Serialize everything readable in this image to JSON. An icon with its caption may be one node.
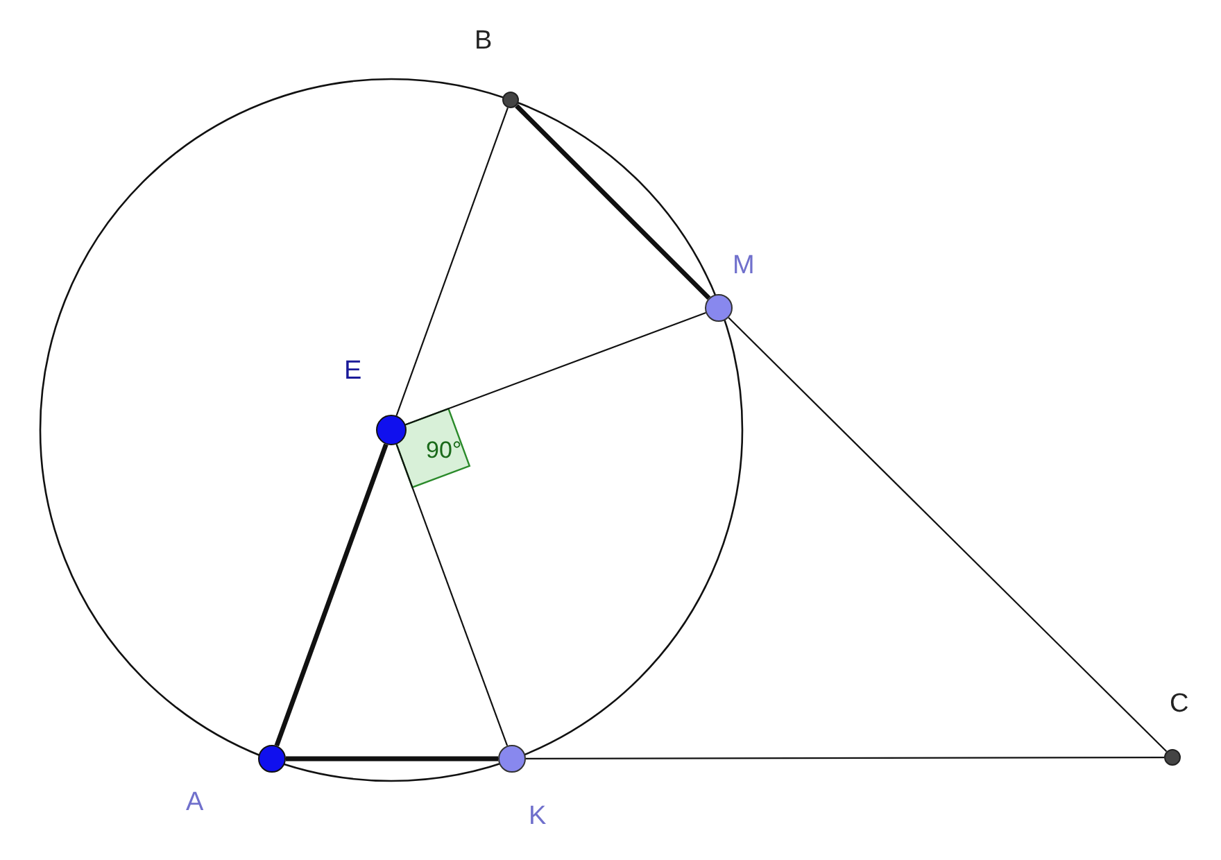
{
  "diagram": {
    "nodes": [
      {
        "text": [
          "B"
        ]
      },
      {
        "text": [
          "M"
        ]
      },
      {
        "text": [
          "E"
        ]
      },
      {
        "text": [
          "A"
        ]
      },
      {
        "text": [
          "K"
        ]
      },
      {
        "text": [
          "C"
        ]
      }
    ],
    "edges": [
      {
        "from": 2,
        "to": 0,
        "arrow": "none"
      },
      {
        "from": 0,
        "to": 1,
        "arrow": "none",
        "style": "thick"
      },
      {
        "from": 1,
        "to": 5,
        "arrow": "none"
      },
      {
        "from": 2,
        "to": 1,
        "arrow": "none"
      },
      {
        "from": 2,
        "to": 4,
        "arrow": "none"
      },
      {
        "from": 2,
        "to": 3,
        "arrow": "none",
        "style": "thick"
      },
      {
        "from": 3,
        "to": 4,
        "arrow": "none",
        "style": "thick"
      },
      {
        "from": 4,
        "to": 5,
        "arrow": "none"
      }
    ],
    "labels": [
      "90°"
    ]
  }
}
